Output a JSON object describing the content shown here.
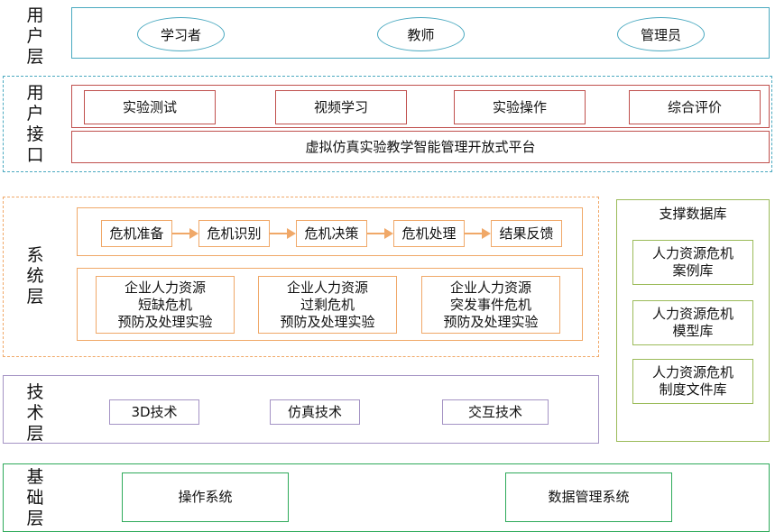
{
  "user_layer": {
    "label": [
      "用",
      "户",
      "层"
    ],
    "roles": [
      "学习者",
      "教师",
      "管理员"
    ]
  },
  "interface_layer": {
    "label": [
      "用",
      "户",
      "接",
      "口"
    ],
    "modules": [
      "实验测试",
      "视频学习",
      "实验操作",
      "综合评价"
    ],
    "platform": "虚拟仿真实验教学智能管理开放式平台"
  },
  "system_layer": {
    "label": [
      "系",
      "统",
      "层"
    ],
    "flow": [
      "危机准备",
      "危机识别",
      "危机决策",
      "危机处理",
      "结果反馈"
    ],
    "experiments": [
      [
        "企业人力资源",
        "短缺危机",
        "预防及处理实验"
      ],
      [
        "企业人力资源",
        "过剩危机",
        "预防及处理实验"
      ],
      [
        "企业人力资源",
        "突发事件危机",
        "预防及处理实验"
      ]
    ]
  },
  "tech_layer": {
    "label": [
      "技",
      "术",
      "层"
    ],
    "items": [
      "3D技术",
      "仿真技术",
      "交互技术"
    ]
  },
  "base_layer": {
    "label": [
      "基",
      "础",
      "层"
    ],
    "items": [
      "操作系统",
      "数据管理系统"
    ]
  },
  "support_db": {
    "title": "支撑数据库",
    "items": [
      [
        "人力资源危机",
        "案例库"
      ],
      [
        "人力资源危机",
        "模型库"
      ],
      [
        "人力资源危机",
        "制度文件库"
      ]
    ]
  },
  "colors": {
    "user": "#4aa9c0",
    "interface_frame": "#4aa9c0",
    "interface_box": "#c0504d",
    "system": "#f0a868",
    "tech": "#a493c4",
    "base": "#2eaa5a",
    "support": "#9bbb59"
  }
}
